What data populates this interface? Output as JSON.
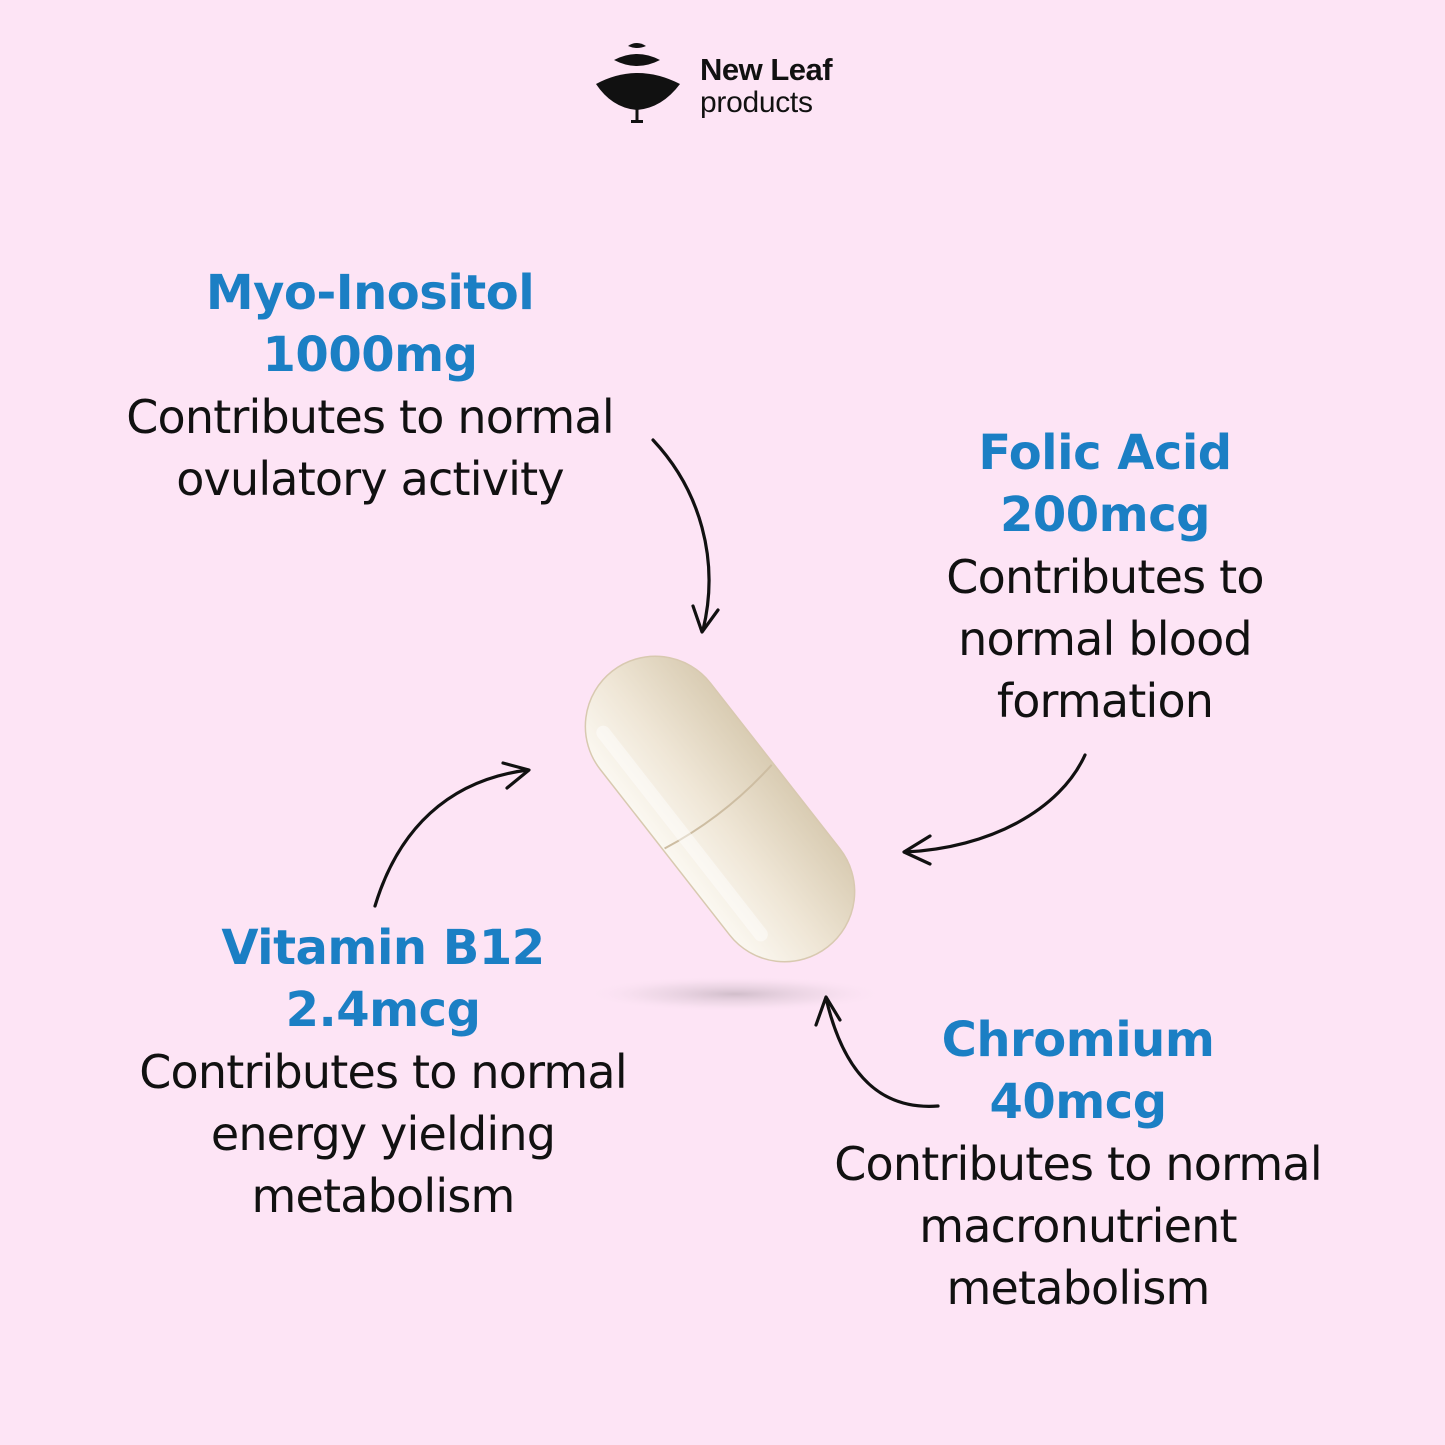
{
  "brand": {
    "name": "New Leaf",
    "sub": "products",
    "logo_icon": "leaf-stack-logo"
  },
  "ingredients": [
    {
      "name": "Myo-Inositol",
      "dose": "1000mg",
      "desc": [
        "Contributes to normal",
        "ovulatory activity"
      ]
    },
    {
      "name": "Folic Acid",
      "dose": "200mcg",
      "desc": [
        "Contributes to",
        "normal blood",
        "formation"
      ]
    },
    {
      "name": "Vitamin B12",
      "dose": "2.4mcg",
      "desc": [
        "Contributes to normal",
        "energy yielding",
        "metabolism"
      ]
    },
    {
      "name": "Chromium",
      "dose": "40mcg",
      "desc": [
        "Contributes to normal",
        "macronutrient",
        "metabolism"
      ]
    }
  ],
  "colors": {
    "background": "#fde4f5",
    "accent": "#1b7fc4",
    "text": "#111111",
    "capsule": "#ece2cf"
  }
}
